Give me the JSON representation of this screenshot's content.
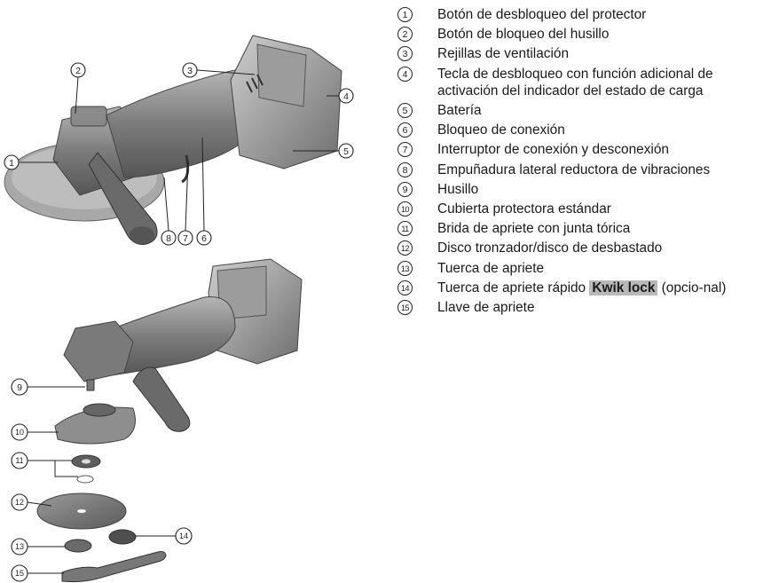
{
  "legend": [
    {
      "num": "1",
      "text": "Botón de desbloqueo del protector"
    },
    {
      "num": "2",
      "text": "Botón de bloqueo del husillo"
    },
    {
      "num": "3",
      "text": "Rejillas de ventilación"
    },
    {
      "num": "4",
      "text": "Tecla de desbloqueo con función adicional de activación del indicador del estado de carga"
    },
    {
      "num": "5",
      "text": "Batería"
    },
    {
      "num": "6",
      "text": "Bloqueo de conexión"
    },
    {
      "num": "7",
      "text": "Interruptor de conexión y desconexión"
    },
    {
      "num": "8",
      "text": "Empuñadura lateral reductora de vibraciones"
    },
    {
      "num": "9",
      "text": "Husillo"
    },
    {
      "num": "10",
      "text": "Cubierta protectora estándar"
    },
    {
      "num": "11",
      "text": "Brida de apriete con junta tórica"
    },
    {
      "num": "12",
      "text": "Disco tronzador/disco de desbastado"
    },
    {
      "num": "13",
      "text": "Tuerca de apriete"
    },
    {
      "num": "14",
      "text_before": "Tuerca de apriete rápido ",
      "text_highlight": "Kwik lock",
      "text_after": " (opcio-nal)"
    },
    {
      "num": "15",
      "text": "Llave de apriete"
    }
  ],
  "figure_callouts": [
    "1",
    "2",
    "3",
    "4",
    "5",
    "6",
    "7",
    "8",
    "9",
    "10",
    "11",
    "12",
    "13",
    "14",
    "15"
  ]
}
